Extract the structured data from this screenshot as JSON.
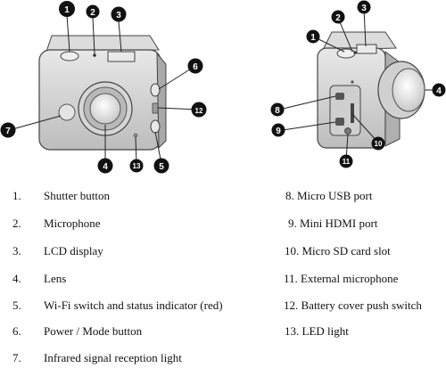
{
  "callouts": [
    "1",
    "2",
    "3",
    "4",
    "5",
    "6",
    "7",
    "8",
    "9",
    "10",
    "11",
    "12",
    "13"
  ],
  "legend_left": [
    {
      "num": "1.",
      "label": "Shutter button"
    },
    {
      "num": "2.",
      "label": "Microphone"
    },
    {
      "num": "3.",
      "label": "LCD display"
    },
    {
      "num": "4.",
      "label": "Lens"
    },
    {
      "num": "5.",
      "label": "Wi-Fi switch and status indicator (red)"
    },
    {
      "num": "6.",
      "label": "Power / Mode button"
    },
    {
      "num": "7.",
      "label": "Infrared signal reception light"
    }
  ],
  "legend_right": [
    {
      "text": "8. Micro USB port"
    },
    {
      "text": "9. Mini HDMI port"
    },
    {
      "text": "10. Micro SD card slot"
    },
    {
      "text": "11. External microphone"
    },
    {
      "text": "12. Battery cover push switch"
    },
    {
      "text": "13. LED light"
    }
  ]
}
